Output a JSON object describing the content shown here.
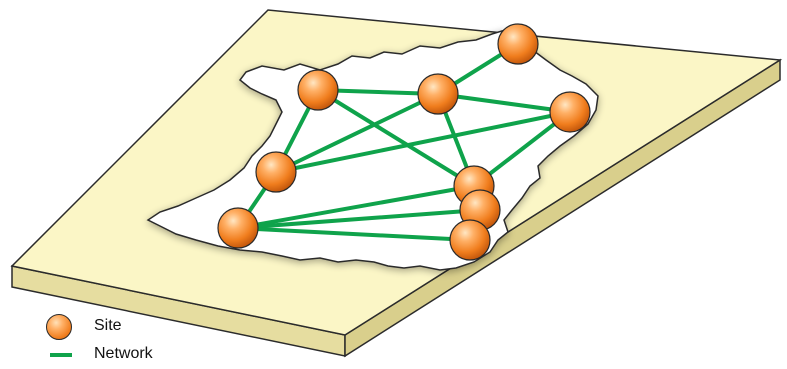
{
  "colors": {
    "board_top": "#fbf6c6",
    "board_side": "#e9e1a6",
    "board_stroke": "#2b2b2b",
    "country_fill": "#ffffff",
    "country_stroke": "#2b2b2b",
    "network": "#0fa34b",
    "site_light": "#ffe1b8",
    "site_mid": "#f5922e",
    "site_dark": "#c85a0c"
  },
  "legend": {
    "site_label": "Site",
    "network_label": "Network"
  },
  "nodes": [
    {
      "id": "n1",
      "icon": "site-node"
    },
    {
      "id": "n2",
      "icon": "site-node"
    },
    {
      "id": "n3",
      "icon": "site-node"
    },
    {
      "id": "n4",
      "icon": "site-node"
    },
    {
      "id": "n5",
      "icon": "site-node"
    },
    {
      "id": "n6",
      "icon": "site-node"
    },
    {
      "id": "n7",
      "icon": "site-node"
    },
    {
      "id": "n8",
      "icon": "site-node"
    },
    {
      "id": "n9",
      "icon": "site-node"
    }
  ],
  "links": [
    [
      "n1",
      "n4"
    ],
    [
      "n1",
      "n5"
    ],
    [
      "n1",
      "n7"
    ],
    [
      "n4",
      "n5"
    ],
    [
      "n4",
      "n3"
    ],
    [
      "n4",
      "n7"
    ],
    [
      "n4",
      "n2"
    ],
    [
      "n3",
      "n7"
    ],
    [
      "n3",
      "n5"
    ],
    [
      "n6",
      "n7"
    ],
    [
      "n6",
      "n8"
    ],
    [
      "n6",
      "n9"
    ],
    [
      "n6",
      "n5"
    ],
    [
      "n7",
      "n8"
    ],
    [
      "n8",
      "n9"
    ]
  ]
}
